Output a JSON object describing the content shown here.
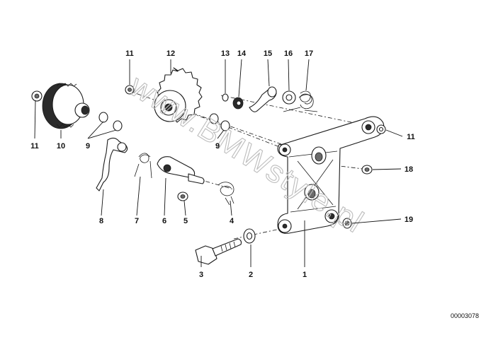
{
  "diagram": {
    "callouts": [
      "1",
      "2",
      "3",
      "4",
      "5",
      "6",
      "7",
      "8",
      "9",
      "9",
      "10",
      "11",
      "11",
      "11",
      "12",
      "13",
      "14",
      "15",
      "16",
      "17",
      "18",
      "19"
    ],
    "watermark": "www.BMWstyle.pl",
    "code": "00003078"
  },
  "colors": {
    "ink": "#1a1a1a",
    "watermark": "#bdbdbd",
    "background": "#ffffff"
  }
}
